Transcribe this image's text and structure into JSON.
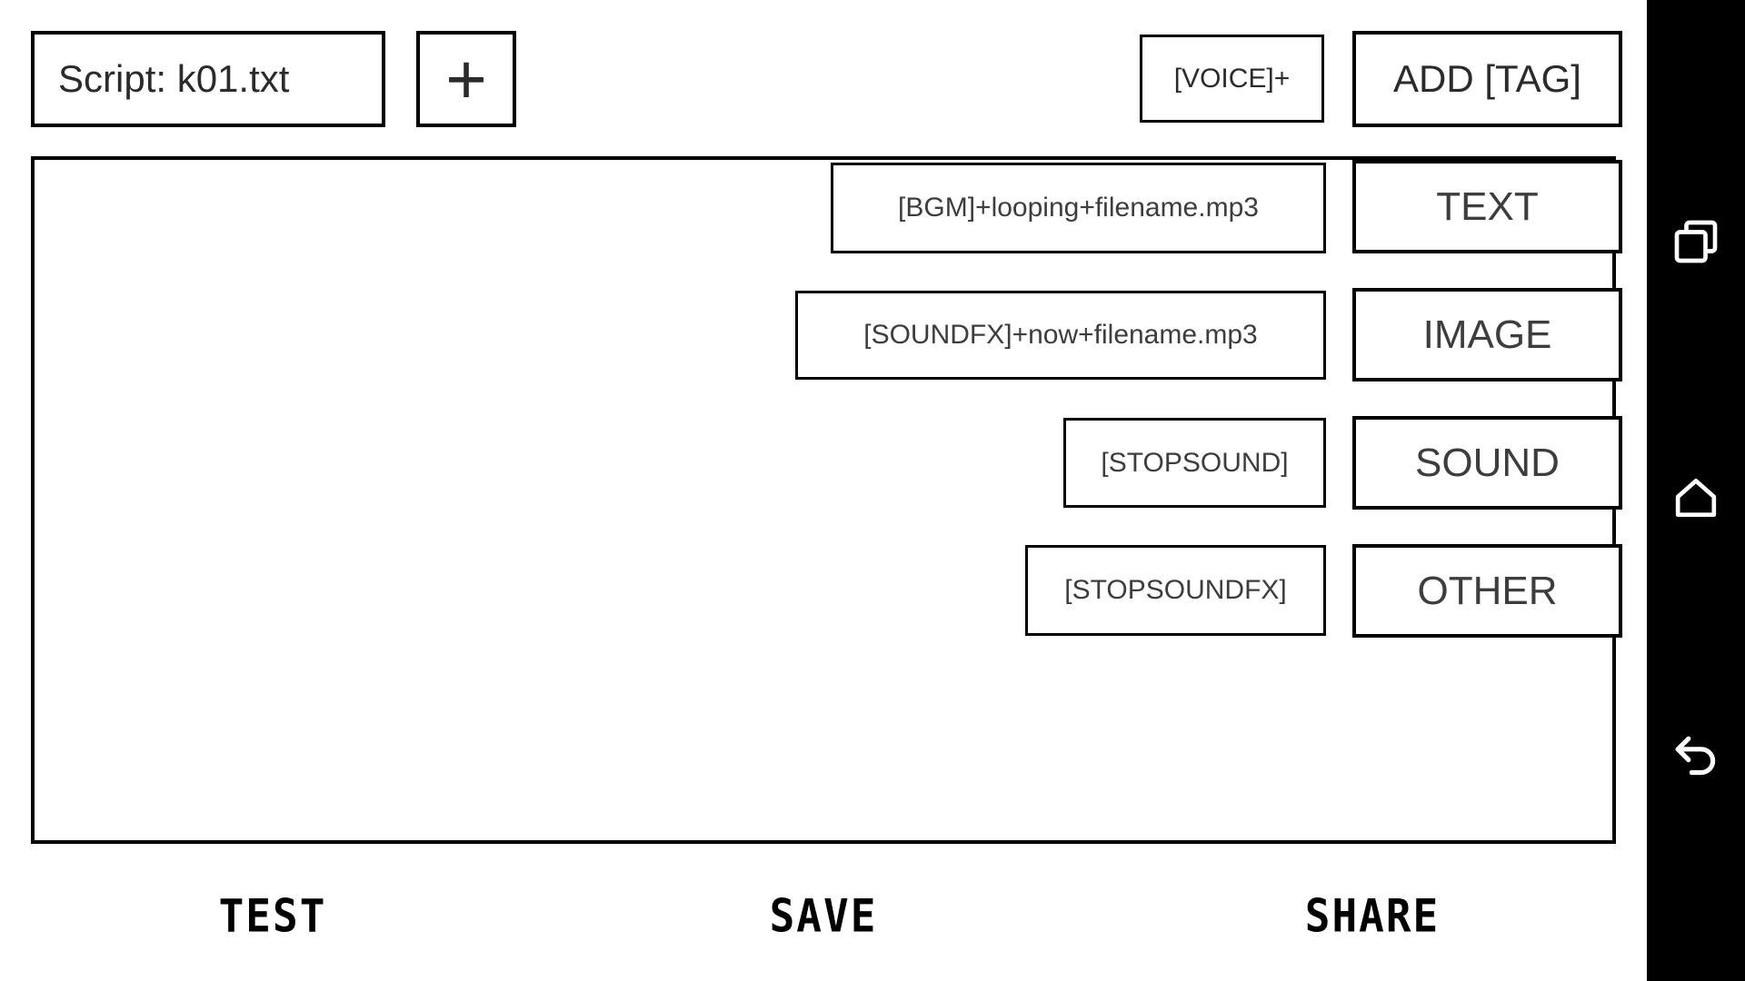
{
  "header": {
    "script_button": "Script: k01.txt",
    "new_script_button": "+",
    "voice_button": "[VOICE]+",
    "add_tag_button": "ADD [TAG]"
  },
  "editor": {
    "content": ""
  },
  "tag_menu": {
    "categories": [
      "TEXT",
      "IMAGE",
      "SOUND",
      "OTHER"
    ],
    "sound_options": [
      "[BGM]+looping+filename.mp3",
      "[SOUNDFX]+now+filename.mp3",
      "[STOPSOUND]",
      "[STOPSOUNDFX]"
    ]
  },
  "footer": {
    "test_label": "TEST",
    "save_label": "SAVE",
    "share_label": "SHARE"
  },
  "nav_bar": {
    "buttons": [
      "recents",
      "home",
      "back"
    ]
  },
  "colors": {
    "background": "#ffffff",
    "border": "#000000",
    "text": "#2b2b2b",
    "nav_background": "#000000",
    "nav_icon": "#ffffff"
  }
}
